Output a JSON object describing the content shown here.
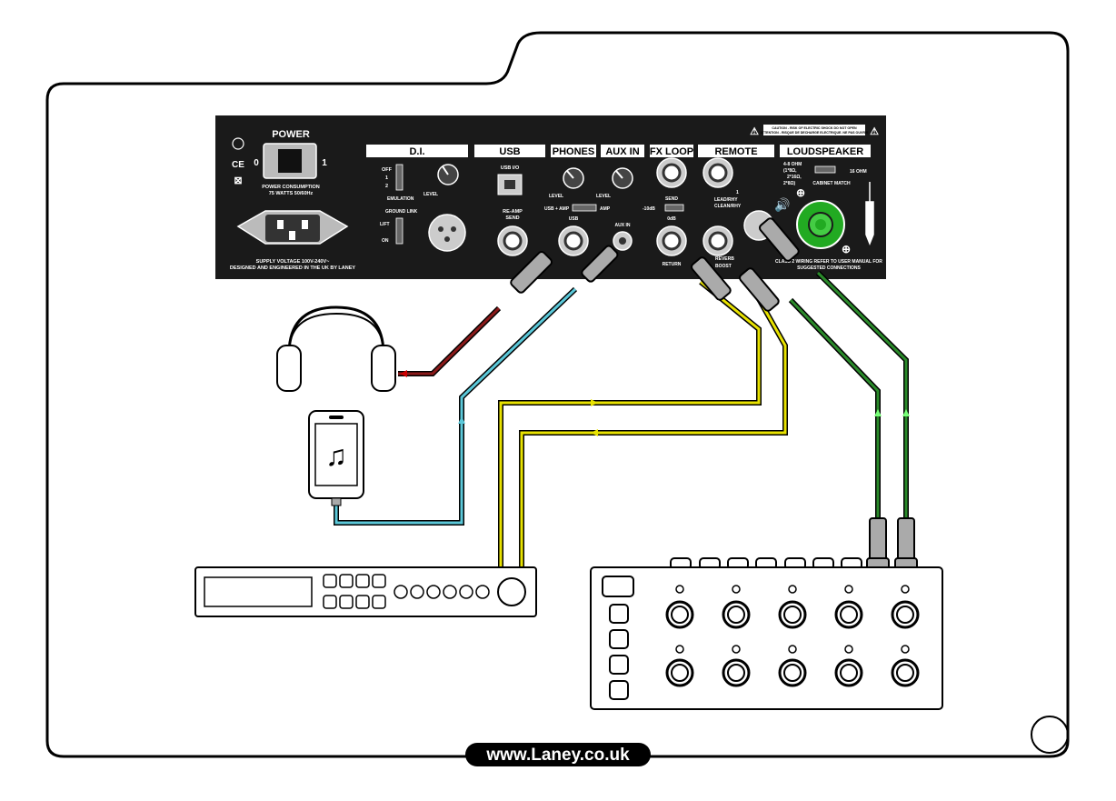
{
  "panel": {
    "power": {
      "label": "POWER",
      "off": "0",
      "on": "1",
      "consumption_1": "POWER CONSUMPTION",
      "consumption_2": "75 WATTS 50/60Hz",
      "supply": "SUPPLY VOLTAGE 100V-240V~",
      "designed": "DESIGNED AND ENGINEERED IN THE UK BY LANEY",
      "ce_mark": "CE"
    },
    "di": {
      "title": "D.I.",
      "off": "OFF",
      "one": "1",
      "two": "2",
      "emulation": "EMULATION",
      "level": "LEVEL",
      "ground_link": "GROUND LINK",
      "lift": "LIFT",
      "on": "ON"
    },
    "usb": {
      "title": "USB",
      "port": "USB I/O",
      "reamp_1": "RE-AMP",
      "reamp_2": "SEND"
    },
    "phones": {
      "title": "PHONES",
      "level": "LEVEL",
      "usb_amp": "USB + AMP",
      "amp": "AMP",
      "usb": "USB"
    },
    "aux": {
      "title": "AUX IN",
      "level": "LEVEL",
      "aux_in": "AUX IN"
    },
    "fxloop": {
      "title": "FX LOOP",
      "send": "SEND",
      "db10": "-10dB",
      "db0": "0dB",
      "return": "RETURN"
    },
    "remote": {
      "title": "REMOTE",
      "one": "1",
      "lead1": "LEAD/RHY",
      "lead2": "CLEAN/RHY",
      "reverb": "REVERB",
      "boost": "BOOST"
    },
    "speaker": {
      "title": "LOUDSPEAKER",
      "ohm1": "4-8 OHM",
      "ohm2": "(1*8Ω,",
      "ohm3": "2*16Ω,",
      "ohm4": "2*8Ω)",
      "ohm16": "16 OHM",
      "cab": "CABINET MATCH",
      "class2": "CLASS 2 WIRING REFER TO USER MANUAL FOR",
      "suggested": "SUGGESTED CONNECTIONS"
    },
    "caution_1": "CAUTION - RISK OF ELECTRIC SHOCK DO NOT OPEN",
    "caution_2": "ATTENTION - RISQUE DE DECHARGE ELECTRIQUE. NE PAS OUVRIR"
  },
  "footer": {
    "url": "www.Laney.co.uk"
  },
  "colors": {
    "headphone_cable": "#8b1a1a",
    "phone_cable": "#5bc8d9",
    "fx_cable": "#e8e200",
    "footswitch_cable": "#2a8a2a"
  },
  "icons": [
    "headphones-icon",
    "smartphone-icon",
    "music-note-icon",
    "rack-effects-unit",
    "footswitch-controller",
    "speaker-icon",
    "xlr-connector-icon"
  ]
}
